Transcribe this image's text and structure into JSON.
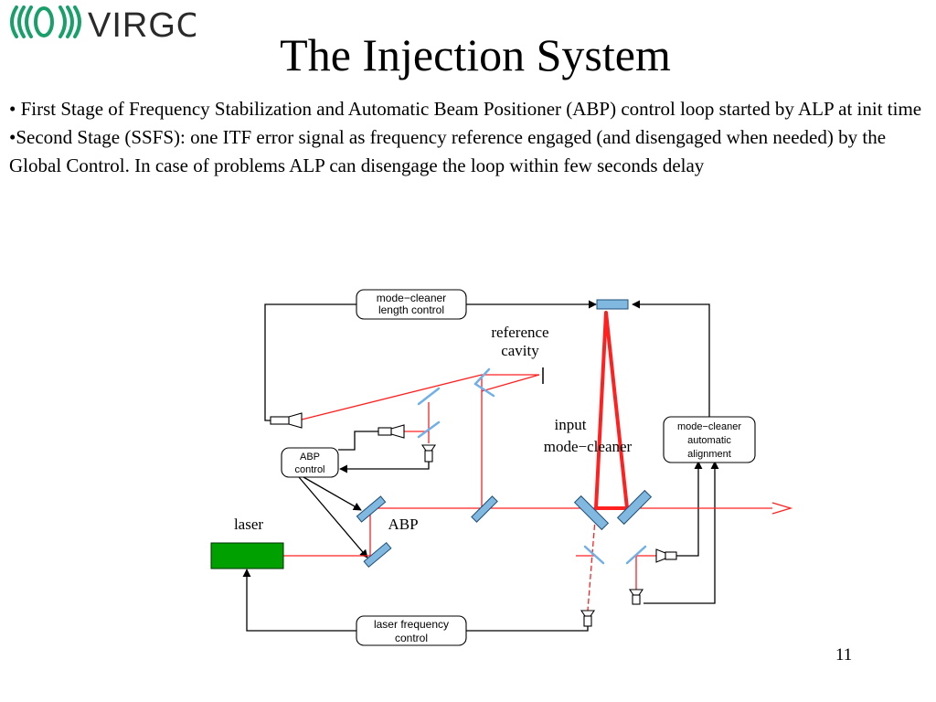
{
  "slide": {
    "logo_text": "VIRGO",
    "title": "The Injection System",
    "bullets": [
      "• First Stage of Frequency Stabilization and Automatic Beam Positioner (ABP) control  loop started by ALP at init time",
      "•Second Stage (SSFS): one ITF error signal as frequency reference engaged (and disengaged when needed) by the Global Control. In case of problems ALP can disengage the loop within few seconds delay"
    ],
    "page_number": "11"
  },
  "diagram": {
    "labels": {
      "mc_length_1": "mode−cleaner",
      "mc_length_2": "length control",
      "ref_cavity_1": "reference",
      "ref_cavity_2": "cavity",
      "input_mc_1": "input",
      "input_mc_2": "mode−cleaner",
      "mc_align_1": "mode−cleaner",
      "mc_align_2": "automatic",
      "mc_align_3": "alignment",
      "abp_control_1": "ABP",
      "abp_control_2": "control",
      "laser": "laser",
      "abp": "ABP",
      "laser_freq_1": "laser frequency",
      "laser_freq_2": "control"
    },
    "colors": {
      "beam": "#ff2020",
      "laser_box": "#00a000",
      "mirror": "#80b8e0",
      "signal": "#000000"
    }
  }
}
